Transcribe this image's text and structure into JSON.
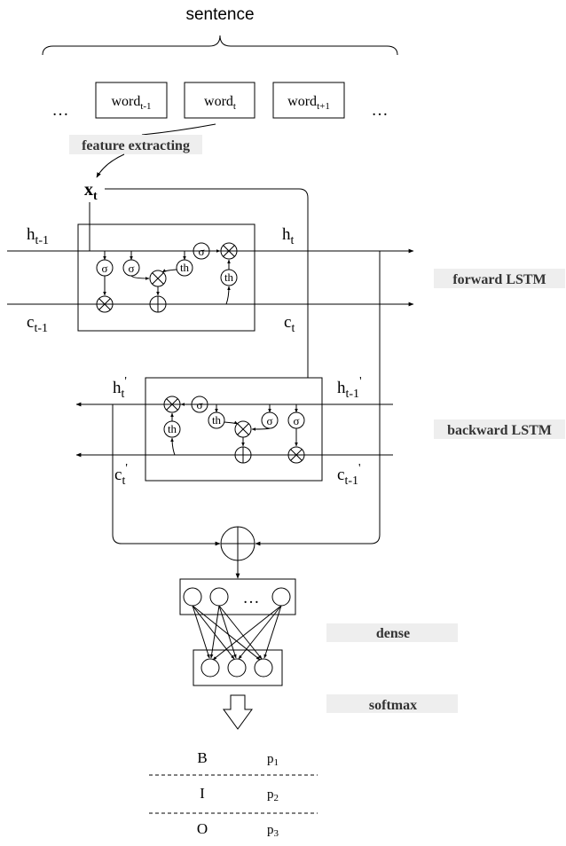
{
  "header": {
    "sentence": "sentence"
  },
  "words": [
    {
      "base": "word",
      "sub": "t-1"
    },
    {
      "base": "word",
      "sub": "t"
    },
    {
      "base": "word",
      "sub": "t+1"
    }
  ],
  "ellipsis": "…",
  "labels": {
    "feature_extracting": "feature extracting",
    "forward_lstm": "forward LSTM",
    "backward_lstm": "backward LSTM",
    "dense": "dense",
    "softmax": "softmax"
  },
  "vars": {
    "x": {
      "base": "x",
      "sub": "t"
    },
    "h_prev": {
      "base": "h",
      "sub": "t-1"
    },
    "h_t": {
      "base": "h",
      "sub": "t"
    },
    "c_prev": {
      "base": "c",
      "sub": "t-1"
    },
    "c_t": {
      "base": "c",
      "sub": "t"
    },
    "hb_t": {
      "base": "h",
      "sub": "t",
      "prime": "'"
    },
    "hb_prev": {
      "base": "h",
      "sub": "t-1",
      "prime": "'"
    },
    "cb_t": {
      "base": "c",
      "sub": "t",
      "prime": "'"
    },
    "cb_prev": {
      "base": "c",
      "sub": "t-1",
      "prime": "'"
    }
  },
  "gate_symbols": {
    "sigma": "σ",
    "tanh": "th"
  },
  "output_table": [
    {
      "tag": "B",
      "prob": {
        "base": "p",
        "sub": "1"
      }
    },
    {
      "tag": "I",
      "prob": {
        "base": "p",
        "sub": "2"
      }
    },
    {
      "tag": "O",
      "prob": {
        "base": "p",
        "sub": "3"
      }
    }
  ],
  "colors": {
    "tag_bg": "#eeeeee",
    "line": "#000000"
  }
}
